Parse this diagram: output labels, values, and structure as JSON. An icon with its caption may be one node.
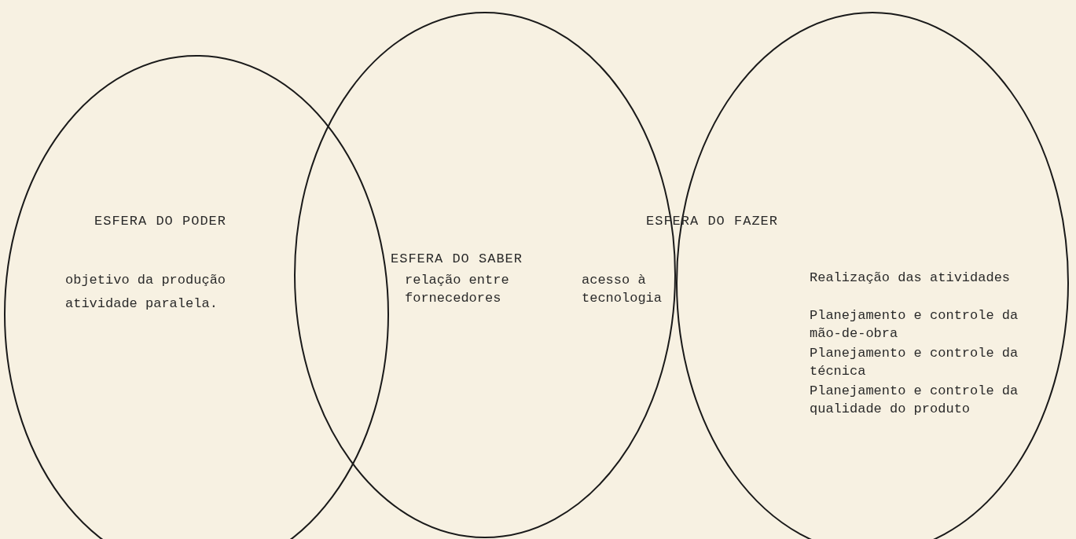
{
  "diagram": {
    "nodes": [
      {
        "text": [
          "ESFERA DO PODER",
          "objetivo da produção",
          "atividade paralela."
        ]
      },
      {
        "text": [
          "ESFERA DO SABER",
          "relação entre fornecedores",
          "acesso à tecnologia"
        ]
      },
      {
        "text": [
          "ESFERA DO FAZER",
          "Realização das atividades",
          "Planejamento e controle da mão-de-obra",
          "Planejamento e controle da técnica",
          "Planejamento e controle da qualidade do produto"
        ]
      }
    ]
  }
}
